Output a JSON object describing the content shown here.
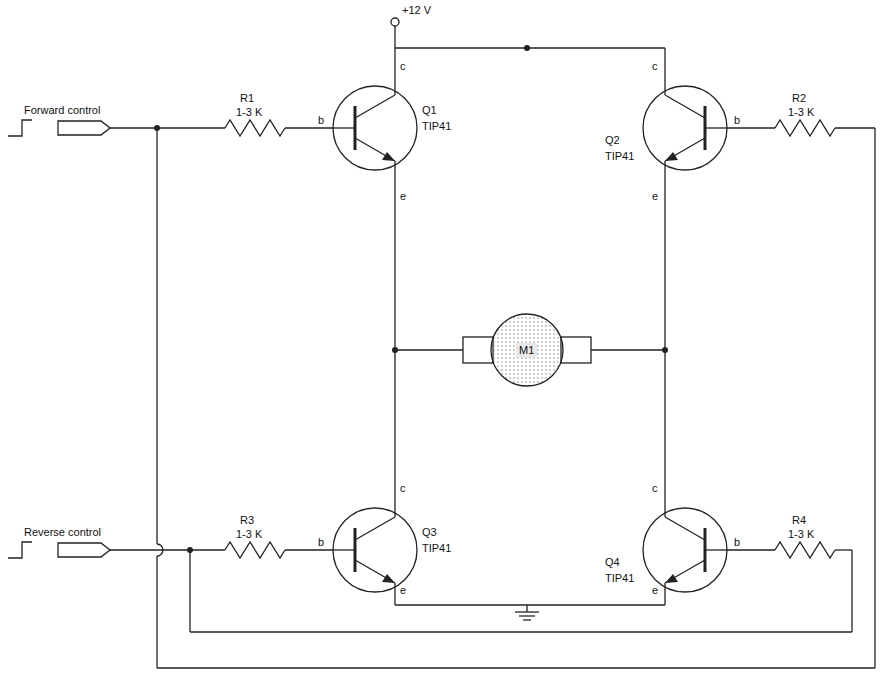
{
  "diagram": {
    "nodes": [
      {
        "text": [
          "M1"
        ]
      }
    ],
    "labels": [
      "+12 V",
      "Forward control",
      "R1",
      "1-3 K",
      "c",
      "b",
      "e",
      "Q1",
      "TIP41",
      "c",
      "b",
      "e",
      "Q2",
      "TIP41",
      "R2",
      "1-3 K",
      "Reverse control",
      "R3",
      "1-3 K",
      "c",
      "b",
      "e",
      "Q3",
      "TIP41",
      "c",
      "b",
      "e",
      "Q4",
      "TIP41",
      "R4",
      "1-3 K"
    ]
  }
}
